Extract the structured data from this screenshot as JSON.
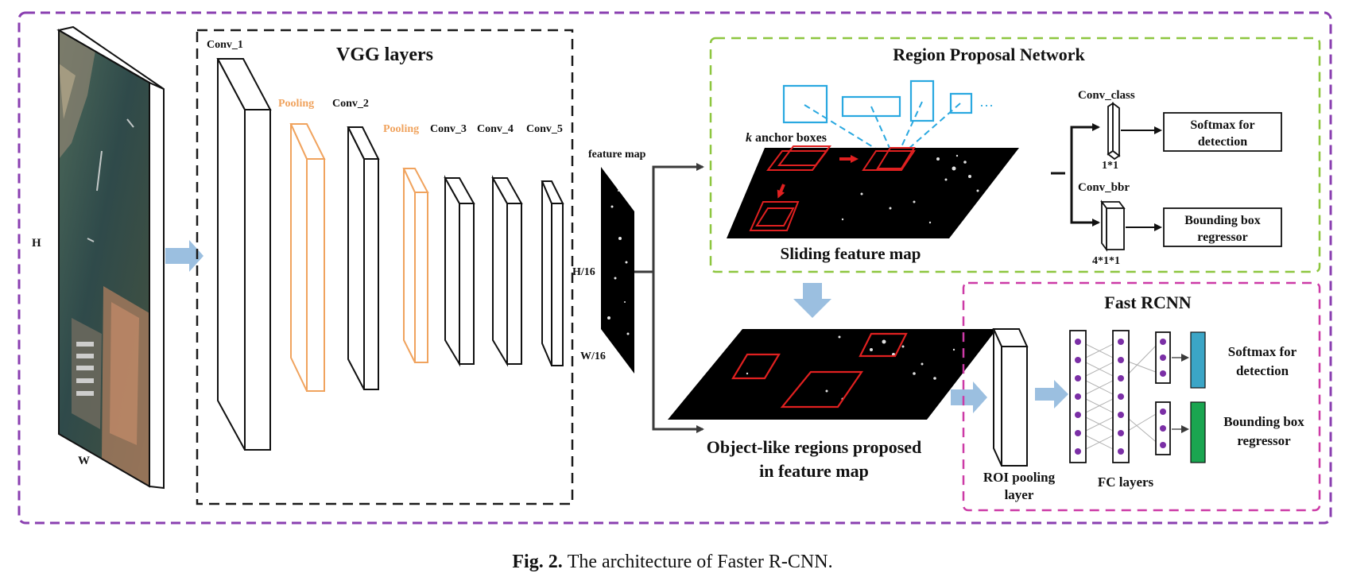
{
  "colors": {
    "outer_border": "#8a3fb0",
    "vgg_border": "#1a1a1a",
    "rpn_border": "#8dc63f",
    "rcnn_border": "#cc3aa6",
    "pooling": "#f0a35e",
    "anchor": "#29a8e0",
    "red_box": "#e02020",
    "arrow_blue": "#9bbfe0",
    "fc_dot": "#7b2fa6",
    "softmax_bar": "#3ba5c6",
    "bbox_bar": "#1aa550"
  },
  "input_image": {
    "height_label": "H",
    "width_label": "W"
  },
  "vgg": {
    "title": "VGG layers",
    "conv1": "Conv_1",
    "pool1": "Pooling",
    "conv2": "Conv_2",
    "pool2": "Pooling",
    "conv3": "Conv_3",
    "conv4": "Conv_4",
    "conv5": "Conv_5"
  },
  "feature_map": {
    "label": "feature map",
    "height_label": "H/16",
    "width_label": "W/16"
  },
  "rpn": {
    "title": "Region Proposal  Network",
    "anchor_k": "k",
    "anchor_label": " anchor boxes",
    "ellipsis": "…",
    "sliding_label": "Sliding feature map",
    "conv_class": "Conv_class",
    "conv_class_size": "1*1",
    "conv_bbr": "Conv_bbr",
    "conv_bbr_size": "4*1*1",
    "softmax_line1": "Softmax for",
    "softmax_line2": "detection",
    "bbox_line1": "Bounding box",
    "bbox_line2": "regressor"
  },
  "proposals": {
    "line1": "Object-like regions proposed",
    "line2": "in feature map"
  },
  "fast_rcnn": {
    "title": "Fast RCNN",
    "roi_line1": "ROI pooling",
    "roi_line2": "layer",
    "fc_label": "FC layers",
    "softmax_line1": "Softmax for",
    "softmax_line2": "detection",
    "bbox_line1": "Bounding box",
    "bbox_line2": "regressor"
  },
  "caption": {
    "label": "Fig. 2.",
    "text": "The architecture of Faster R-CNN."
  }
}
